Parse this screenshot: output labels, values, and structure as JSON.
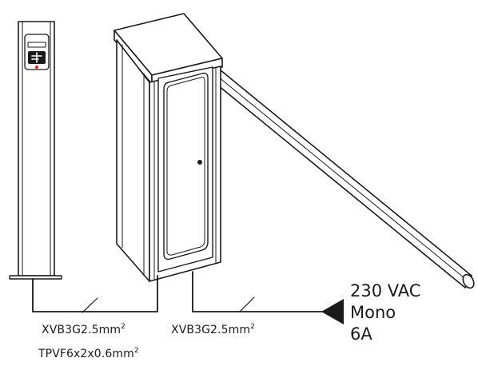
{
  "labels": {
    "cable_left_main": "XVB3G2.5mm",
    "cable_left_main_exp": "2",
    "cable_left_sub": "TPVF6x2x0.6mm",
    "cable_left_sub_exp": "2",
    "cable_right": "XVB3G2.5mm",
    "cable_right_exp": "2",
    "power_voltage": "230 VAC",
    "power_phase": "Mono",
    "power_current": "6A"
  },
  "colors": {
    "line": "#1a1a1a",
    "fill": "#ffffff",
    "led": "#d9261c"
  },
  "icons": {
    "reader": "card-reader-icon",
    "power": "power-input-arrow-icon"
  }
}
